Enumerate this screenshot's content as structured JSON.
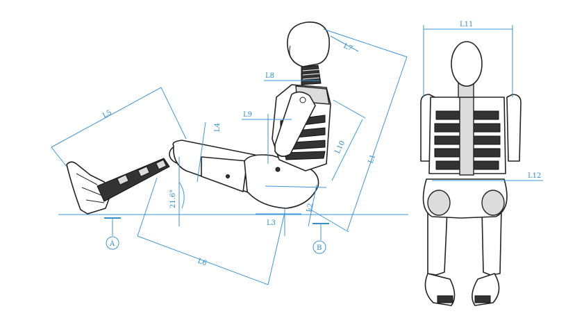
{
  "labels": {
    "L1": "L1",
    "L2": "L2",
    "L3": "L3",
    "L4": "L4",
    "L5": "L5",
    "L6": "L6",
    "L7": "L7",
    "L8": "L8",
    "L9": "L9",
    "L10": "L10",
    "L11": "L11",
    "L12": "L12",
    "angle": "21.6°",
    "refA": "A",
    "refB": "B"
  },
  "colors": {
    "dimension": "#2f8fd0",
    "outline": "#222222"
  }
}
